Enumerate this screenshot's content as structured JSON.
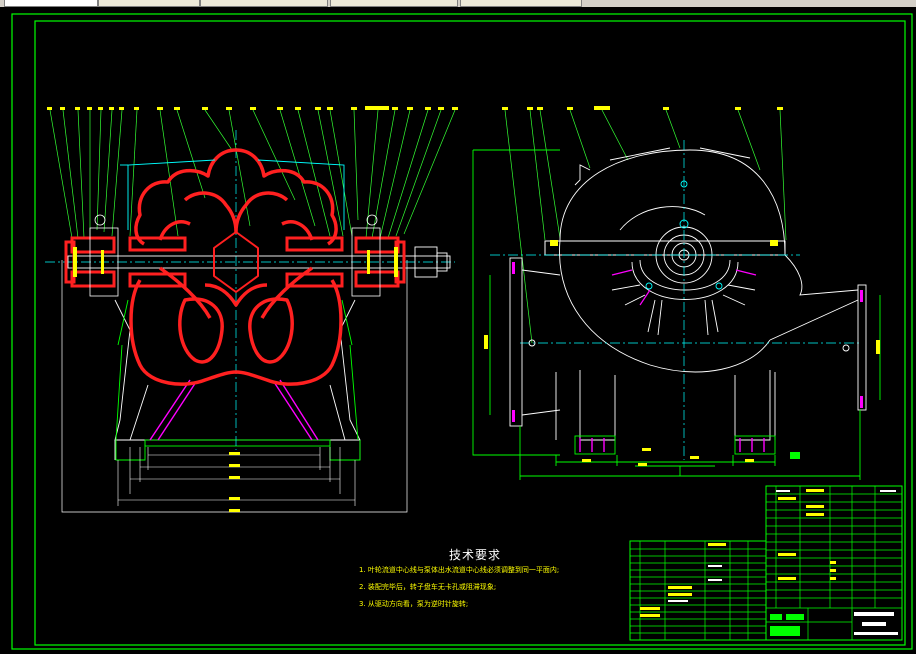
{
  "window": {
    "tabs": [
      "",
      "",
      "",
      "",
      ""
    ]
  },
  "drawing": {
    "technical_requirements": {
      "title": "技术要求",
      "notes": [
        "1. 叶轮流道中心线与泵体出水流道中心线必须调整到同一平面内;",
        "2. 装配完毕后，转子盘车无卡孔或阻滞现象;",
        "3. 从驱动方向看，泵为逆时针旋转;"
      ]
    },
    "colors": {
      "background": "#000000",
      "frame": "#00ff00",
      "casing": "#ff2020",
      "outline": "#ffffff",
      "dimension": "#ffff00",
      "centerline": "#00ffff",
      "leader": "#33ff33",
      "hatch": "#ff00ff"
    }
  }
}
